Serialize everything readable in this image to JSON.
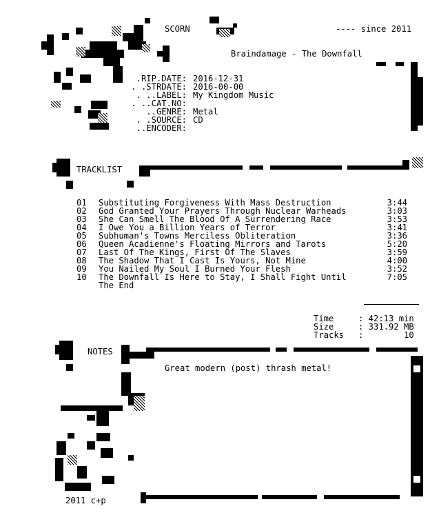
{
  "header": {
    "group": "SCORN",
    "since": "---- since 2011",
    "release_title": "Braindamage - The Downfall"
  },
  "info": [
    {
      "label": ".RIP.DATE:",
      "value": "2016-12-31"
    },
    {
      "label": ". .STRDATE:",
      "value": "2016-00-00"
    },
    {
      "label": ". ..LABEL:",
      "value": "My Kingdom Music"
    },
    {
      "label": ". ..CAT.NO:",
      "value": ""
    },
    {
      "label": "..GENRE:",
      "value": "Metal"
    },
    {
      "label": ". .SOURCE:",
      "value": "CD"
    },
    {
      "label": "..ENCODER:",
      "value": ""
    }
  ],
  "tracklist": {
    "heading": "TRACKLIST",
    "tracks": [
      {
        "num": "01",
        "title": "Substituting Forgiveness With Mass Destruction",
        "time": "3:44"
      },
      {
        "num": "02",
        "title": "God Granted Your Prayers Through Nuclear Warheads",
        "time": "3:03"
      },
      {
        "num": "03",
        "title": "She Can Smell The Blood Of A Surrendering Race",
        "time": "3:53"
      },
      {
        "num": "04",
        "title": "I Owe You a Billion Years of Terror",
        "time": "3:41"
      },
      {
        "num": "05",
        "title": "Subhuman's Towns Merciless Obliteration",
        "time": "3:36"
      },
      {
        "num": "06",
        "title": "Queen Acadienne's Floating Mirrors and Tarots",
        "time": "5:20"
      },
      {
        "num": "07",
        "title": "Last Of The Kings, First Of The Slaves",
        "time": "3:59"
      },
      {
        "num": "08",
        "title": "The Shadow That I Cast Is Yours, Not Mine",
        "time": "4:00"
      },
      {
        "num": "09",
        "title": "You Nailed My Soul I Burned Your Flesh",
        "time": "3:52"
      },
      {
        "num": "10",
        "title": "The Downfall Is Here to Stay, I Shall Fight Until",
        "title2": "The End",
        "time": "7:05"
      }
    ]
  },
  "summary": {
    "time_label": "Time",
    "time_value": ": 42:13 min",
    "size_label": "Size",
    "size_value": ": 331.92 MB",
    "tracks_label": "Tracks",
    "tracks_value": ":        10"
  },
  "notes": {
    "heading": "NOTES",
    "text": "Great modern (post) thrash metal!"
  },
  "footer": "2011 c+p"
}
